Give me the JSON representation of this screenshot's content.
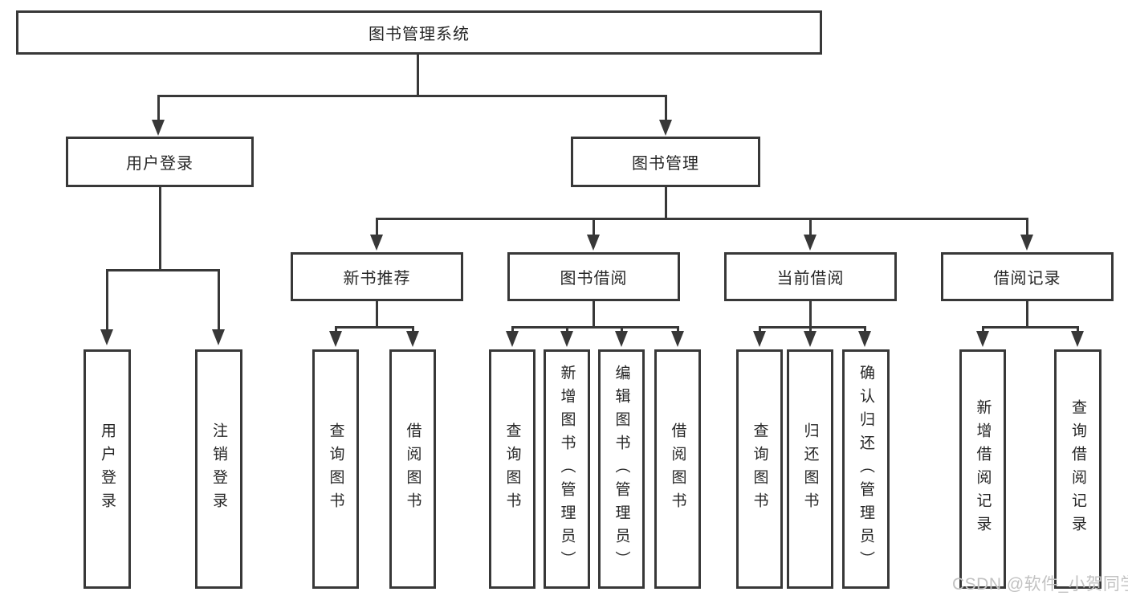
{
  "diagram_title": "图书管理系统",
  "nodes": {
    "root": "图书管理系统",
    "level2": [
      "用户登录",
      "图书管理"
    ],
    "level3": [
      "新书推荐",
      "图书借阅",
      "当前借阅",
      "借阅记录"
    ],
    "leaves": [
      "用户登录",
      "注销登录",
      "查询图书",
      "借阅图书",
      "查询图书",
      "新增图书（管理员）",
      "编辑图书（管理员）",
      "借阅图书",
      "查询图书",
      "归还图书",
      "确认归还（管理员）",
      "新增借阅记录",
      "查询借阅记录"
    ]
  },
  "hierarchy": {
    "图书管理系统": [
      "用户登录",
      "图书管理"
    ],
    "用户登录": [
      "用户登录",
      "注销登录"
    ],
    "图书管理": [
      "新书推荐",
      "图书借阅",
      "当前借阅",
      "借阅记录"
    ],
    "新书推荐": [
      "查询图书",
      "借阅图书"
    ],
    "图书借阅": [
      "查询图书",
      "新增图书（管理员）",
      "编辑图书（管理员）",
      "借阅图书"
    ],
    "当前借阅": [
      "查询图书",
      "归还图书",
      "确认归还（管理员）"
    ],
    "借阅记录": [
      "新增借阅记录",
      "查询借阅记录"
    ]
  },
  "watermark": "CSDN @软件_小贺同学",
  "colors": {
    "line": "#383838",
    "box_border": "#383838",
    "box_fill": "#ffffff",
    "text": "#262626",
    "watermark": "#c2c2c2",
    "background": "#ffffff"
  }
}
